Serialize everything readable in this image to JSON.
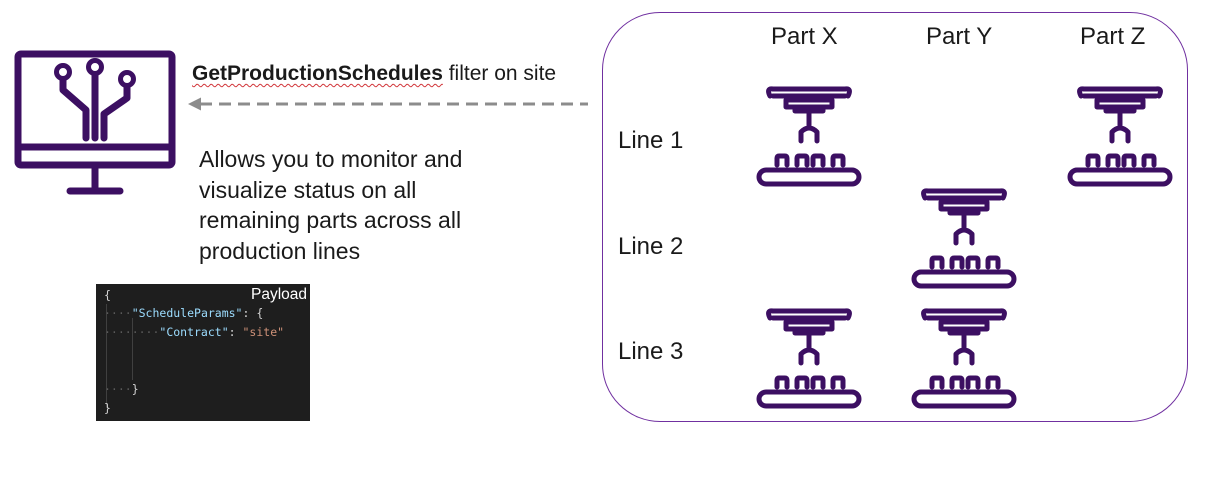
{
  "request": {
    "method": "GetProductionSchedules",
    "suffix": " filter on site"
  },
  "description": "Allows you to monitor and visualize status on all remaining parts across all production lines",
  "payload": {
    "title": "Payload",
    "lines": {
      "open": "{",
      "params_key": "\"ScheduleParams\"",
      "params_sep": ": {",
      "contract_key": "\"Contract\"",
      "contract_sep": ": ",
      "contract_value": "\"site\"",
      "inner_close": "}",
      "outer_close": "}"
    }
  },
  "grid": {
    "parts": [
      "Part X",
      "Part Y",
      "Part Z"
    ],
    "lines": [
      "Line 1",
      "Line 2",
      "Line 3"
    ]
  },
  "colors": {
    "brand_purple": "#3c0f62",
    "panel_border": "#7030a0",
    "arrow_gray": "#8c8c8c",
    "code_background": "#1e1e1e"
  },
  "icons": {
    "monitor": "computer-monitor-circuit-icon",
    "robot": "robotic-arm-assembly-icon"
  },
  "robots": [
    {
      "part": "Part X",
      "line": "Line 1"
    },
    {
      "part": "Part Z",
      "line": "Line 1"
    },
    {
      "part": "Part Y",
      "line": "Line 2"
    },
    {
      "part": "Part X",
      "line": "Line 3"
    },
    {
      "part": "Part Y",
      "line": "Line 3"
    }
  ]
}
